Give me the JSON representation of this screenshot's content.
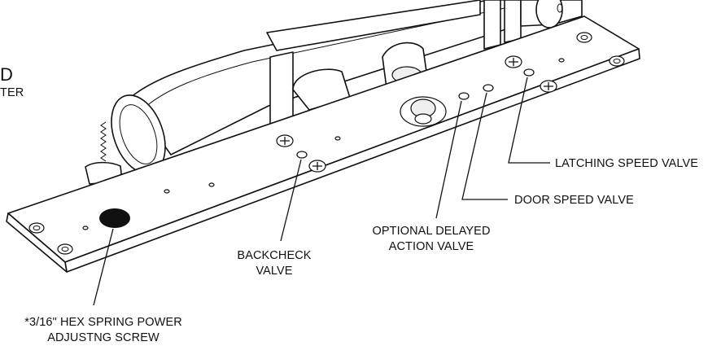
{
  "labels": {
    "partial_left_1": "D",
    "partial_left_2": "TER",
    "latching_speed_valve": "LATCHING SPEED VALVE",
    "door_speed_valve": "DOOR SPEED VALVE",
    "optional_delayed_line1": "OPTIONAL DELAYED",
    "optional_delayed_line2": "ACTION VALVE",
    "backcheck_line1": "BACKCHECK",
    "backcheck_line2": "VALVE",
    "hex_screw_line1": "*3/16\" HEX SPRING POWER",
    "hex_screw_line2": "ADJUSTNG SCREW"
  }
}
